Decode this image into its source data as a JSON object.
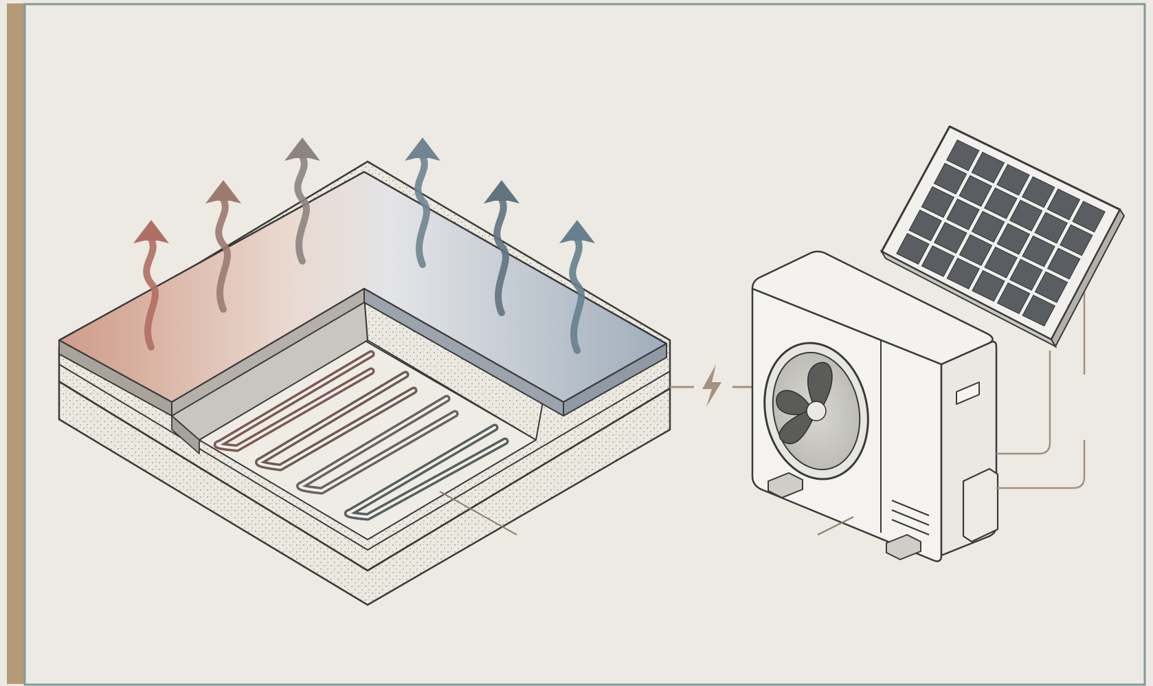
{
  "diagram": {
    "components": [
      {
        "id": "floor-slab",
        "kind": "radiant-floor-assembly"
      },
      {
        "id": "heat-pump",
        "kind": "outdoor-heat-pump-unit"
      },
      {
        "id": "solar-panel",
        "kind": "photovoltaic-panel"
      }
    ],
    "heat_rise": {
      "arrow_count": 6,
      "colors": [
        "#b06f63",
        "#9c7a70",
        "#8d8480",
        "#6f8591",
        "#61737f",
        "#66808f"
      ]
    },
    "pipe_loops": {
      "count": 4,
      "colors": [
        "#7a5a52",
        "#6f5a54",
        "#6a625e",
        "#56605e"
      ]
    },
    "panel_grid": {
      "cols": 6,
      "rows": 5
    },
    "power_symbol": "lightning-bolt",
    "colors": {
      "background": "#eceae2",
      "outline": "#3a3a3a",
      "warm_surface": "#d9a896",
      "cool_surface": "#aeb9c4",
      "connector": "#a49180",
      "solar_cell": "#5a5e62",
      "frame_accent": "#a98c66"
    }
  }
}
